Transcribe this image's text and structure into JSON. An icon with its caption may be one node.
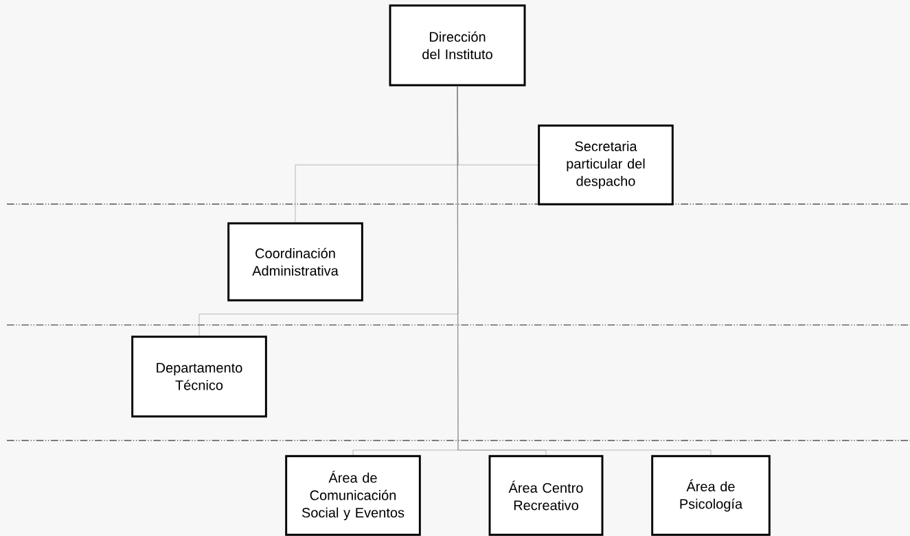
{
  "diagram": {
    "nodes": [
      {
        "text": [
          "Dirección del Instituto"
        ]
      },
      {
        "text": [
          "Secretaria particular del despacho"
        ]
      },
      {
        "text": [
          "Coordinación Administrativa"
        ]
      },
      {
        "text": [
          "Departamento Técnico"
        ]
      },
      {
        "text": [
          "Área de Comunicación Social y Eventos"
        ]
      },
      {
        "text": [
          "Área Centro Recreativo"
        ]
      },
      {
        "text": [
          "Área de Psicología"
        ]
      }
    ],
    "edges": [
      {
        "from": 0,
        "to": 1,
        "arrow": "none"
      },
      {
        "from": 0,
        "to": 2,
        "arrow": "none"
      },
      {
        "from": 0,
        "to": 3,
        "arrow": "none"
      },
      {
        "from": 0,
        "to": 4,
        "arrow": "none"
      },
      {
        "from": 0,
        "to": 5,
        "arrow": "none"
      },
      {
        "from": 0,
        "to": 6,
        "arrow": "none"
      }
    ]
  }
}
